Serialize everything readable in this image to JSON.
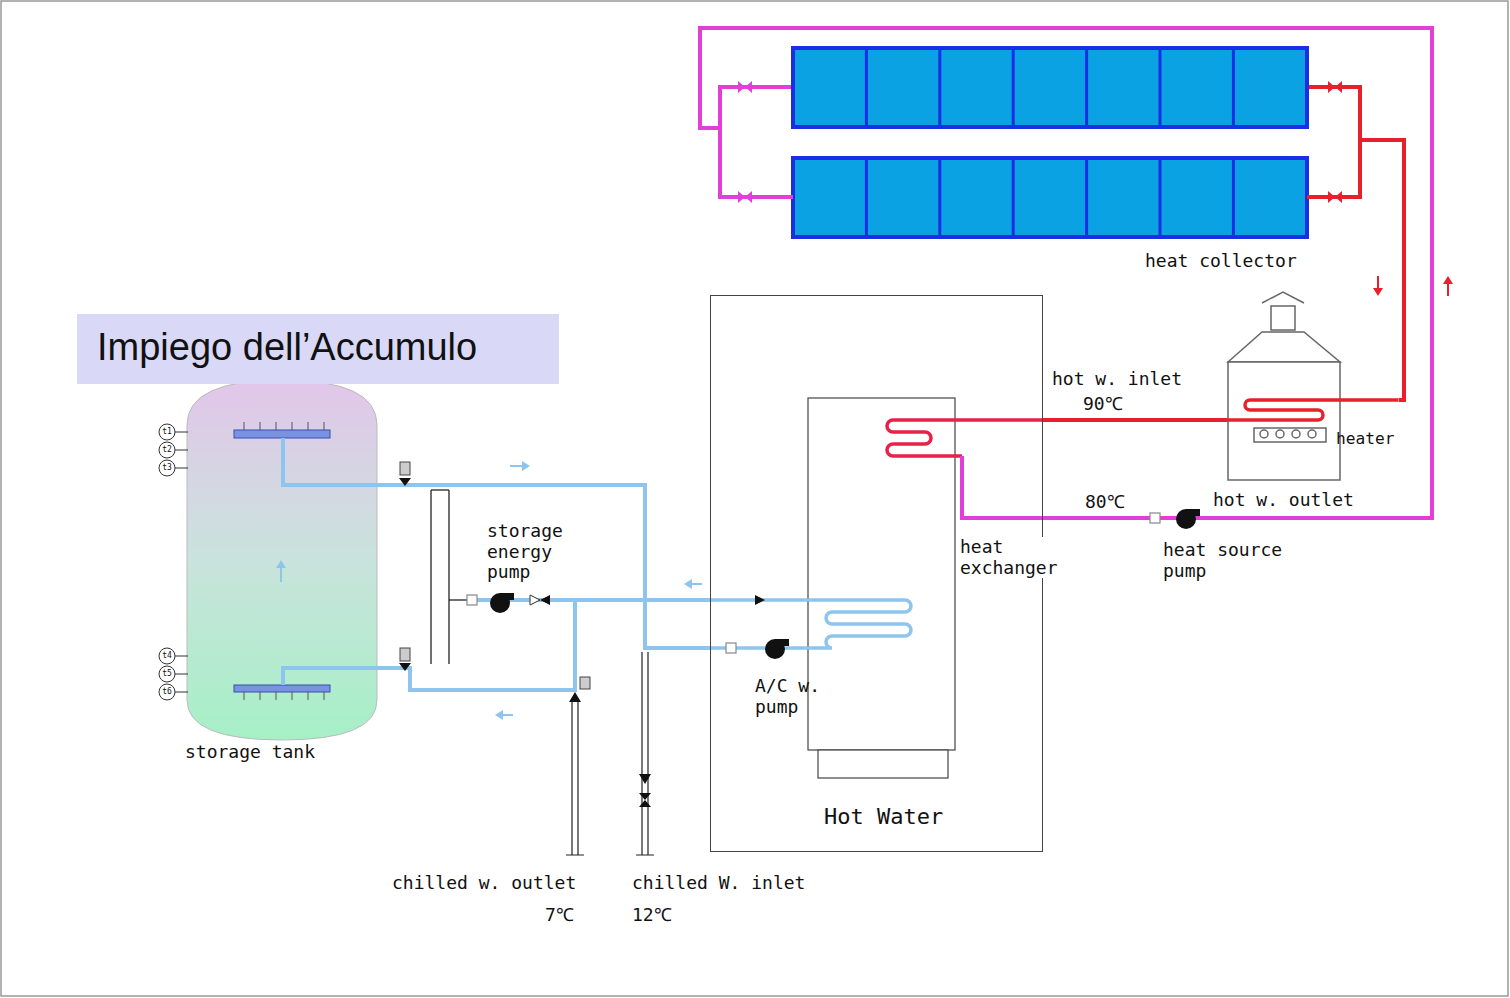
{
  "diagram": {
    "title": "Impiego dell’Accumulo",
    "nodes": [
      {
        "text": [
          "heat collector"
        ]
      },
      {
        "text": [
          "Hot Water"
        ]
      },
      {
        "text": [
          "heater"
        ]
      },
      {
        "text": [
          "storage tank"
        ]
      }
    ],
    "edges": [
      {
        "from": 0,
        "to": 2,
        "arrow": "none"
      },
      {
        "from": 2,
        "to": 1,
        "arrow": "none"
      },
      {
        "from": 1,
        "to": 0,
        "arrow": "none"
      },
      {
        "from": 3,
        "to": 1,
        "arrow": "none"
      },
      {
        "from": 1,
        "to": 3,
        "arrow": "none"
      }
    ],
    "labels": [
      "hot w. inlet",
      "90℃",
      "80℃",
      "hot w. outlet",
      "heat exchanger",
      "heat source pump",
      "storage energy pump",
      "A/C w. pump",
      "chilled w. outlet",
      "7℃",
      "chilled W. inlet",
      "12℃",
      "t1",
      "t2",
      "t3",
      "t4",
      "t5",
      "t6"
    ]
  }
}
